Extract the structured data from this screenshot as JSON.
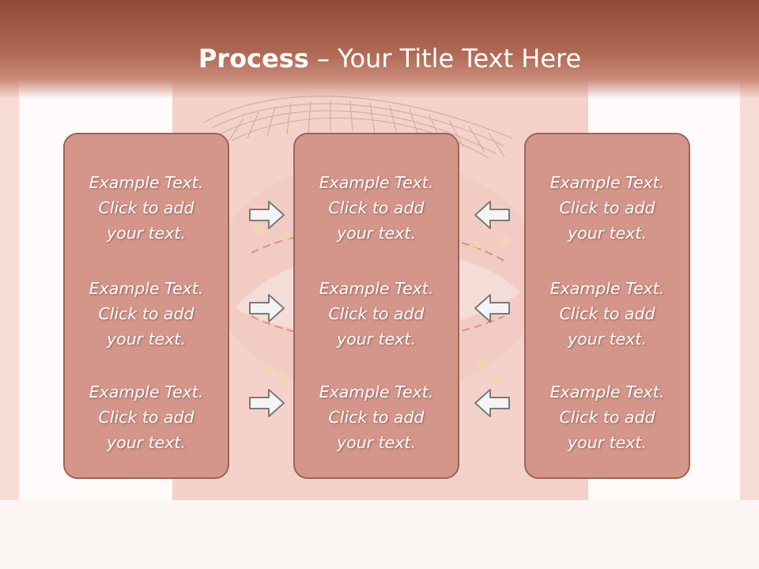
{
  "slide": {
    "title_bold": "Process",
    "title_rest": " – Your Title Text Here"
  },
  "columns": [
    {
      "blocks": [
        {
          "lines": [
            "Example Text.",
            "Click  to add",
            "your text."
          ]
        },
        {
          "lines": [
            "Example Text.",
            "Click  to add",
            "your text."
          ]
        },
        {
          "lines": [
            "Example Text.",
            "Click  to add",
            "your text."
          ]
        }
      ]
    },
    {
      "blocks": [
        {
          "lines": [
            "Example Text.",
            "Click  to add",
            "your text."
          ]
        },
        {
          "lines": [
            "Example Text.",
            "Click  to add",
            "your text."
          ]
        },
        {
          "lines": [
            "Example Text.",
            "Click  to add",
            "your text."
          ]
        }
      ]
    },
    {
      "blocks": [
        {
          "lines": [
            "Example Text.",
            "Click  to add",
            "your text."
          ]
        },
        {
          "lines": [
            "Example Text.",
            "Click  to add",
            "your text."
          ]
        },
        {
          "lines": [
            "Example Text.",
            "Click  to add",
            "your text."
          ]
        }
      ]
    }
  ],
  "arrows": {
    "left_group": [
      "arrow-right-icon",
      "arrow-right-icon",
      "arrow-right-icon"
    ],
    "right_group": [
      "arrow-left-icon",
      "arrow-left-icon",
      "arrow-left-icon"
    ]
  },
  "colors": {
    "title_band": "#9a5440",
    "box_fill": "#d4968a",
    "box_border": "#9c6457",
    "text": "#ffffff"
  }
}
